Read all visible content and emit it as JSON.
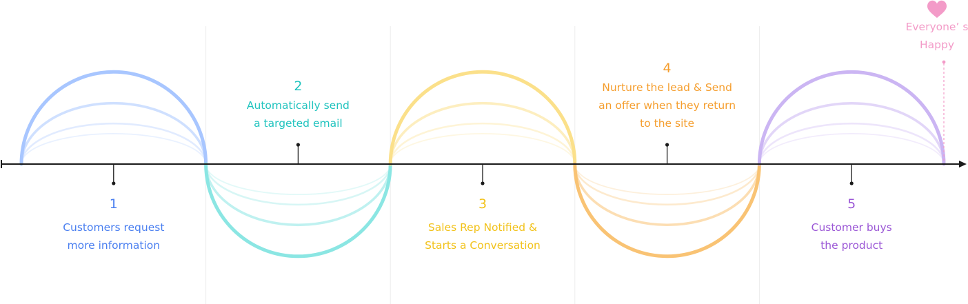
{
  "steps": [
    {
      "number": "1",
      "lines": [
        "Customers request",
        "more information"
      ],
      "color": "#4a7ff0"
    },
    {
      "number": "2",
      "lines": [
        "Automatically send",
        "a targeted email"
      ],
      "color": "#1fc3be"
    },
    {
      "number": "3",
      "lines": [
        "Sales Rep Notified &",
        "Starts a Conversation"
      ],
      "color": "#f2c21a"
    },
    {
      "number": "4",
      "lines": [
        "Nurture the lead & Send",
        "an offer when they return",
        "to the site"
      ],
      "color": "#f59e2e"
    },
    {
      "number": "5",
      "lines": [
        "Customer buys",
        "the product"
      ],
      "color": "#9b57d6"
    }
  ],
  "arc_colors": [
    "#a8c6ff",
    "#8be6e3",
    "#fbe08a",
    "#f9c374",
    "#cbb5f3"
  ],
  "end": {
    "lines": [
      "Everyone’ s",
      "Happy"
    ],
    "color": "#f39bc8",
    "icon": "heart-icon"
  }
}
